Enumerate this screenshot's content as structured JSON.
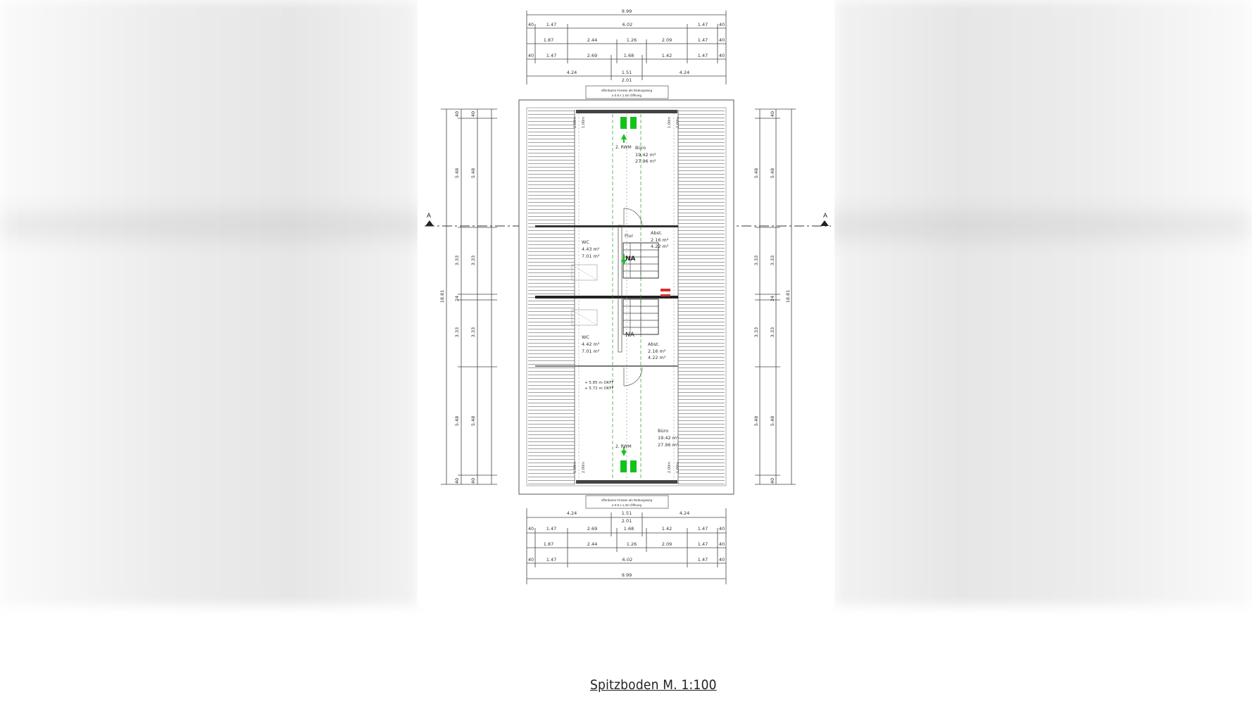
{
  "drawing": {
    "caption": "Spitzboden M. 1:100",
    "section_marker": "A",
    "colors": {
      "line": "#333333",
      "green": "#14c21a",
      "red": "#d83030"
    }
  },
  "dimensions": {
    "top_total": "9.99",
    "top_row1": [
      "40",
      "1.47",
      "6.02",
      "1.47",
      "40"
    ],
    "top_row2": [
      "1.87",
      "2.44",
      "1.26",
      "2.09",
      "1.47",
      "40"
    ],
    "top_row3": [
      "40",
      "1.47",
      "2.69",
      "1.68",
      "1.42",
      "1.47",
      "40"
    ],
    "top_row4": [
      "4.24",
      "1.51",
      "4.24"
    ],
    "top_row4_sub": "2.01",
    "left_total": "18.81",
    "left_segments": [
      "40",
      "5.48",
      "3.33",
      "24",
      "3.33",
      "5.48",
      "40"
    ],
    "right_total": "18.81",
    "right_segments": [
      "40",
      "5.48",
      "3.33",
      "24",
      "3.33",
      "5.48",
      "40"
    ]
  },
  "notes": {
    "window_top": [
      "öffenbares Fenster als Rettungsweg",
      "≥ 0.9 x 1.2m Öffnung"
    ],
    "window_bottom": [
      "öffenbares Fenster als Rettungsweg",
      "≥ 0.9 x 1.2m Öffnung"
    ]
  },
  "rooms": {
    "buero_top": {
      "name": "Büro",
      "area1": "19.42 m²",
      "area2": "27.96 m²"
    },
    "wc_top": {
      "name": "WC",
      "area1": "4.43 m²",
      "area2": "7.01 m²"
    },
    "abst_top": {
      "name": "Abst.",
      "area1": "2.16 m²",
      "area2": "4.22 m²"
    },
    "flur_top": {
      "name": "Flur"
    },
    "wc_bottom": {
      "name": "WC",
      "area1": "4.42 m²",
      "area2": "7.01 m²"
    },
    "abst_bottom": {
      "name": "Abst.",
      "area1": "2.16 m²",
      "area2": "4.22 m²"
    },
    "buero_bottom": {
      "name": "Büro",
      "area1": "19.42 m²",
      "area2": "27.96 m²"
    },
    "na_top": "NA",
    "na_bottom": "NA",
    "rwm_top": "2. RWM",
    "rwm_bottom": "2. RWM",
    "okff_note": [
      "+ 5.85 m OKFF",
      "+ 5.72 m OKFF"
    ],
    "height_top": [
      "2.00m",
      "1.00m",
      "1.00m",
      "2.00m"
    ],
    "height_bottom": [
      "1.00m",
      "2.00m",
      "2.00m",
      "1.00m"
    ]
  }
}
